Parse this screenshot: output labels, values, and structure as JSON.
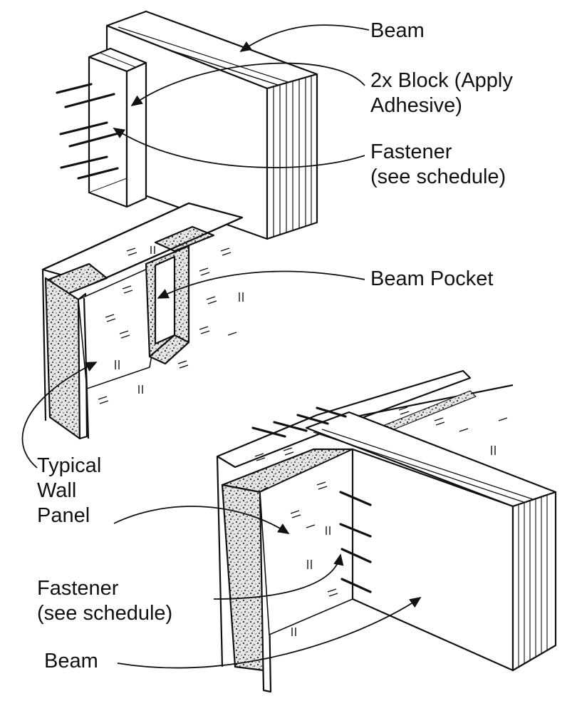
{
  "labels": {
    "beam_top": "Beam",
    "block_line1": "2x Block (Apply",
    "block_line2": "Adhesive)",
    "fastener_top_line1": "Fastener",
    "fastener_top_line2": "(see schedule)",
    "beam_pocket": "Beam Pocket",
    "wall_line1": "Typical",
    "wall_line2": "Wall",
    "wall_line3": "Panel",
    "fastener_bot_line1": "Fastener",
    "fastener_bot_line2": "(see schedule)",
    "beam_bot": "Beam"
  },
  "colors": {
    "ink": "#111111",
    "paper": "#ffffff",
    "foam": "#d9d9d9"
  }
}
